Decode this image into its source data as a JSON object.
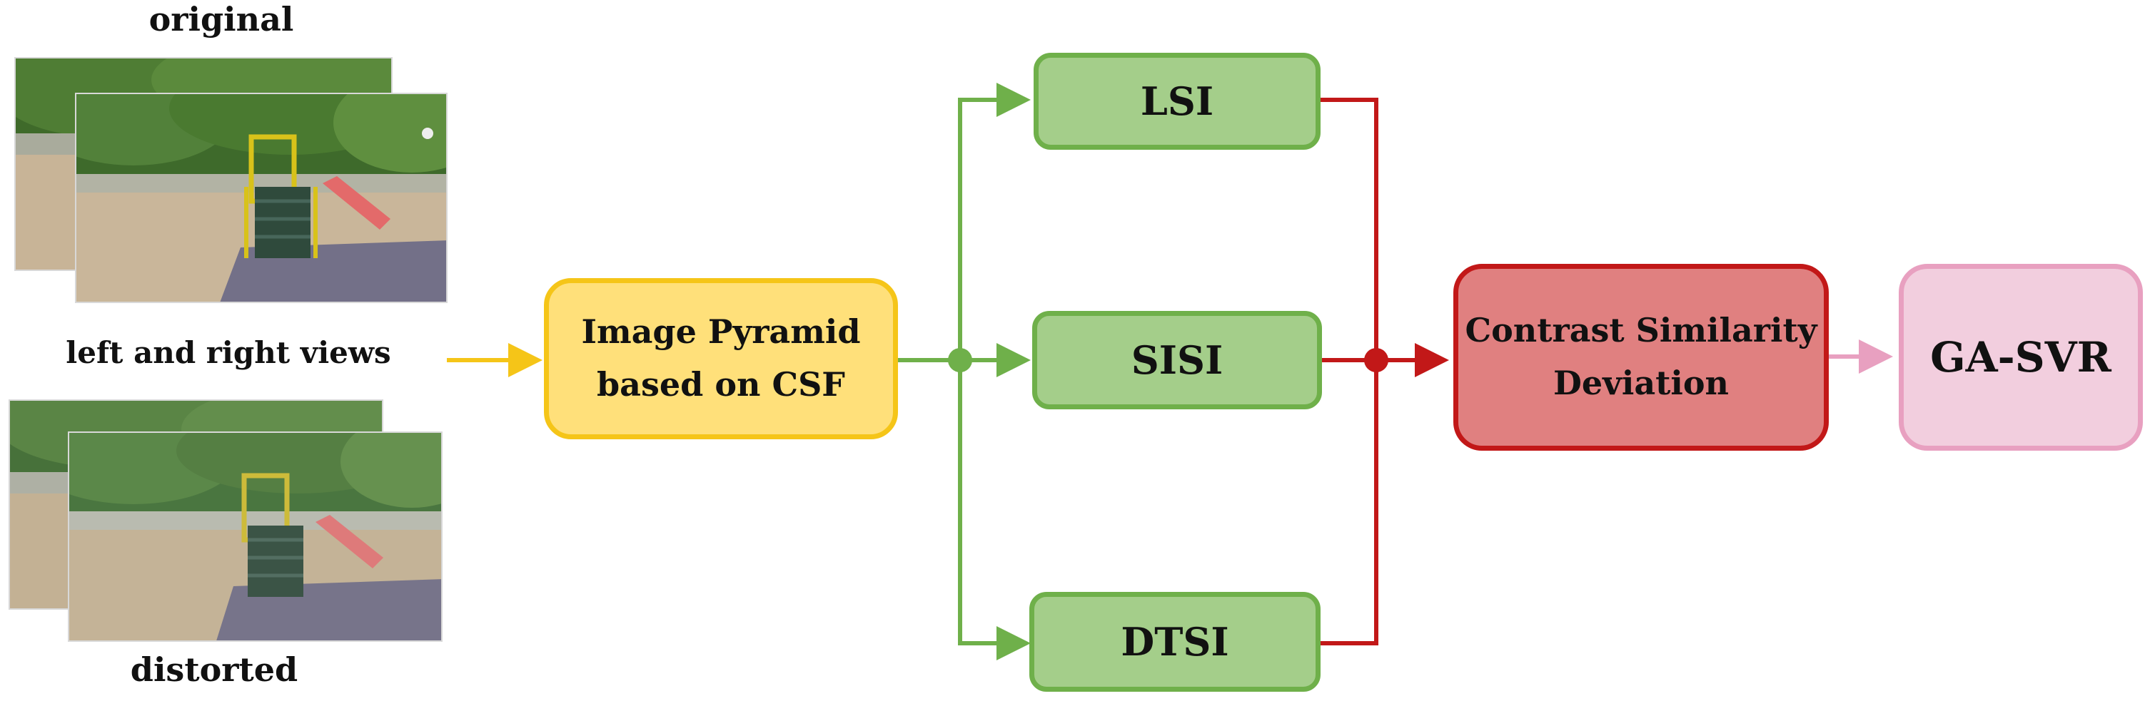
{
  "labels": {
    "original": "original",
    "views": "left and right views",
    "distorted": "distorted"
  },
  "nodes": {
    "pyramid": {
      "line1": "Image Pyramid",
      "line2": "based on CSF"
    },
    "lsi": "LSI",
    "sisi": "SISI",
    "dtsi": "DTSI",
    "csd": {
      "line1": "Contrast Similarity",
      "line2": "Deviation"
    },
    "gasvr": "GA-SVR"
  },
  "colors": {
    "input_arrow": "#f5c518",
    "green": "#6fb04a",
    "red": "#c21818",
    "pink": "#e8a0c0"
  }
}
